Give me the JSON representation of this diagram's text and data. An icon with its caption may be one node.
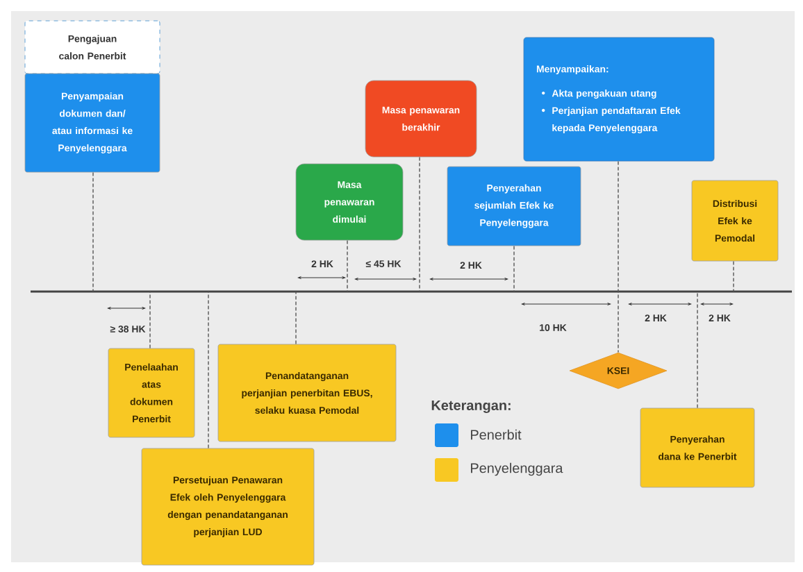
{
  "diagram": {
    "nodes": [
      {
        "text": [
          "Pengajuan calon Penerbit"
        ]
      },
      {
        "text": [
          "Penyampaian dokumen dan/ atau informasi ke Penyelenggara"
        ]
      },
      {
        "text": [
          "Masa penawaran dimulai"
        ]
      },
      {
        "text": [
          "Masa penawaran berakhir"
        ]
      },
      {
        "text": [
          "Penyerahan sejumlah Efek ke Penyelenggara"
        ]
      },
      {
        "text": [
          "Menyampaikan:",
          "Akta pengakuan utang",
          "Perjanjian pendaftaran Efek kepada Penyelenggara"
        ]
      },
      {
        "text": [
          "Distribusi Efek ke Pemodal"
        ]
      },
      {
        "text": [
          "Penelaahan atas dokumen Penerbit"
        ]
      },
      {
        "text": [
          "Penandatanganan perjanjian penerbitan EBUS, selaku kuasa Pemodal"
        ]
      },
      {
        "text": [
          "Persetujuan Penawaran Efek oleh Penyelenggara dengan penandatanganan perjanjian LUD"
        ]
      },
      {
        "text": [
          "KSEI"
        ]
      },
      {
        "text": [
          "Penyerahan dana ke Penerbit"
        ]
      }
    ],
    "edges": [
      {
        "from": 1,
        "to": null,
        "arrow": "none",
        "style": "dashed"
      },
      {
        "from": 2,
        "to": null,
        "arrow": "none",
        "style": "dashed"
      },
      {
        "from": 3,
        "to": null,
        "arrow": "none",
        "style": "dashed"
      },
      {
        "from": 4,
        "to": null,
        "arrow": "none",
        "style": "dashed"
      },
      {
        "from": 5,
        "to": 10,
        "arrow": "none",
        "style": "dashed"
      },
      {
        "from": 6,
        "to": null,
        "arrow": "none",
        "style": "dashed"
      },
      {
        "from": 7,
        "to": null,
        "arrow": "none",
        "style": "dashed"
      },
      {
        "from": 8,
        "to": null,
        "arrow": "none",
        "style": "dashed"
      },
      {
        "from": 9,
        "to": null,
        "arrow": "none",
        "style": "dashed"
      },
      {
        "from": 11,
        "to": null,
        "arrow": "none",
        "style": "dashed"
      }
    ],
    "labels": [
      "2 HK",
      "≤ 45 HK",
      "2 HK",
      "≥ 38 HK",
      "10 HK",
      "2 HK",
      "2 HK",
      "Keterangan:"
    ],
    "legend": [
      {
        "text": "Penerbit",
        "color": "#1e8fec"
      },
      {
        "text": "Penyelenggara",
        "color": "#f8c823"
      }
    ]
  }
}
